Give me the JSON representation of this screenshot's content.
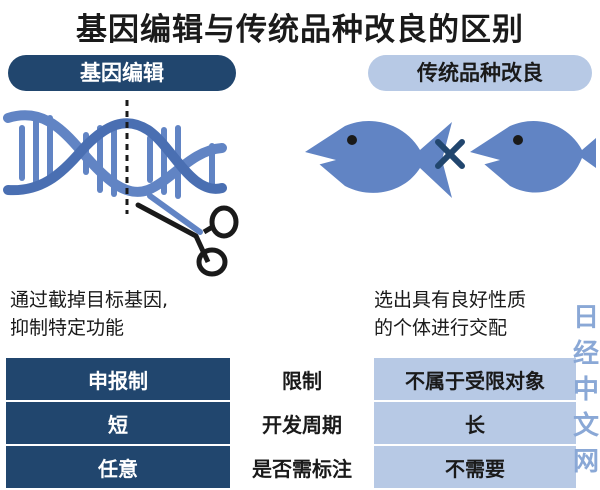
{
  "title": "基因编辑与传统品种改良的区别",
  "left": {
    "label": "基因编辑",
    "description": [
      "通过截掉目标基因,",
      "抑制特定功能"
    ]
  },
  "right": {
    "label": "传统品种改良",
    "description": [
      "选出具有良好性质",
      "的个体进行交配"
    ]
  },
  "table": {
    "rows": [
      {
        "a": "申报制",
        "b": "限制",
        "c": "不属于受限对象"
      },
      {
        "a": "短",
        "b": "开发周期",
        "c": "长"
      },
      {
        "a": "任意",
        "b": "是否需标注",
        "c": "不需要"
      }
    ]
  },
  "watermark": [
    "日",
    "经",
    "中",
    "文",
    "网"
  ],
  "colors": {
    "dark_blue": "#21466e",
    "light_blue": "#b7c9e5",
    "illustration_blue": "#6184c4"
  },
  "icons": [
    "dna-helix-icon",
    "scissors-icon",
    "fish-icon",
    "cross-icon"
  ]
}
